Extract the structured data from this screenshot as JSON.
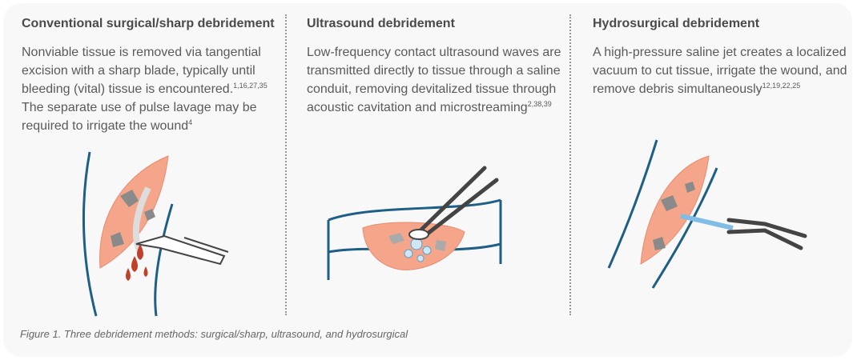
{
  "columns": [
    {
      "title": "Conventional surgical/sharp debridement",
      "body": "Nonviable tissue is removed via tangential excision with a sharp blade, typically until bleeding (vital) tissue is encountered.",
      "refs1": "1,16,27,35",
      "body2": " The separate use of pulse lavage may be required to irrigate the wound",
      "refs2": "4"
    },
    {
      "title": "Ultrasound debridement",
      "body": "Low-frequency contact ultrasound waves are transmitted directly to tissue through a saline conduit, removing devitalized tissue through acoustic cavitation and microstreaming",
      "refs1": "2,38,39"
    },
    {
      "title": "Hydrosurgical debridement",
      "body": "A high-pressure saline jet creates a localized vacuum to cut tissue, irrigate the wound, and remove debris simultaneously",
      "refs1": "12,19,22,25"
    }
  ],
  "caption": "Figure 1. Three debridement methods: surgical/sharp, ultrasound, and hydrosurgical",
  "colors": {
    "panel": "#f8f8f8",
    "skin_line": "#1f5f86",
    "tissue": "#f4a58a",
    "blood": "#c0402a",
    "necrotic": "#8a8a8a"
  }
}
